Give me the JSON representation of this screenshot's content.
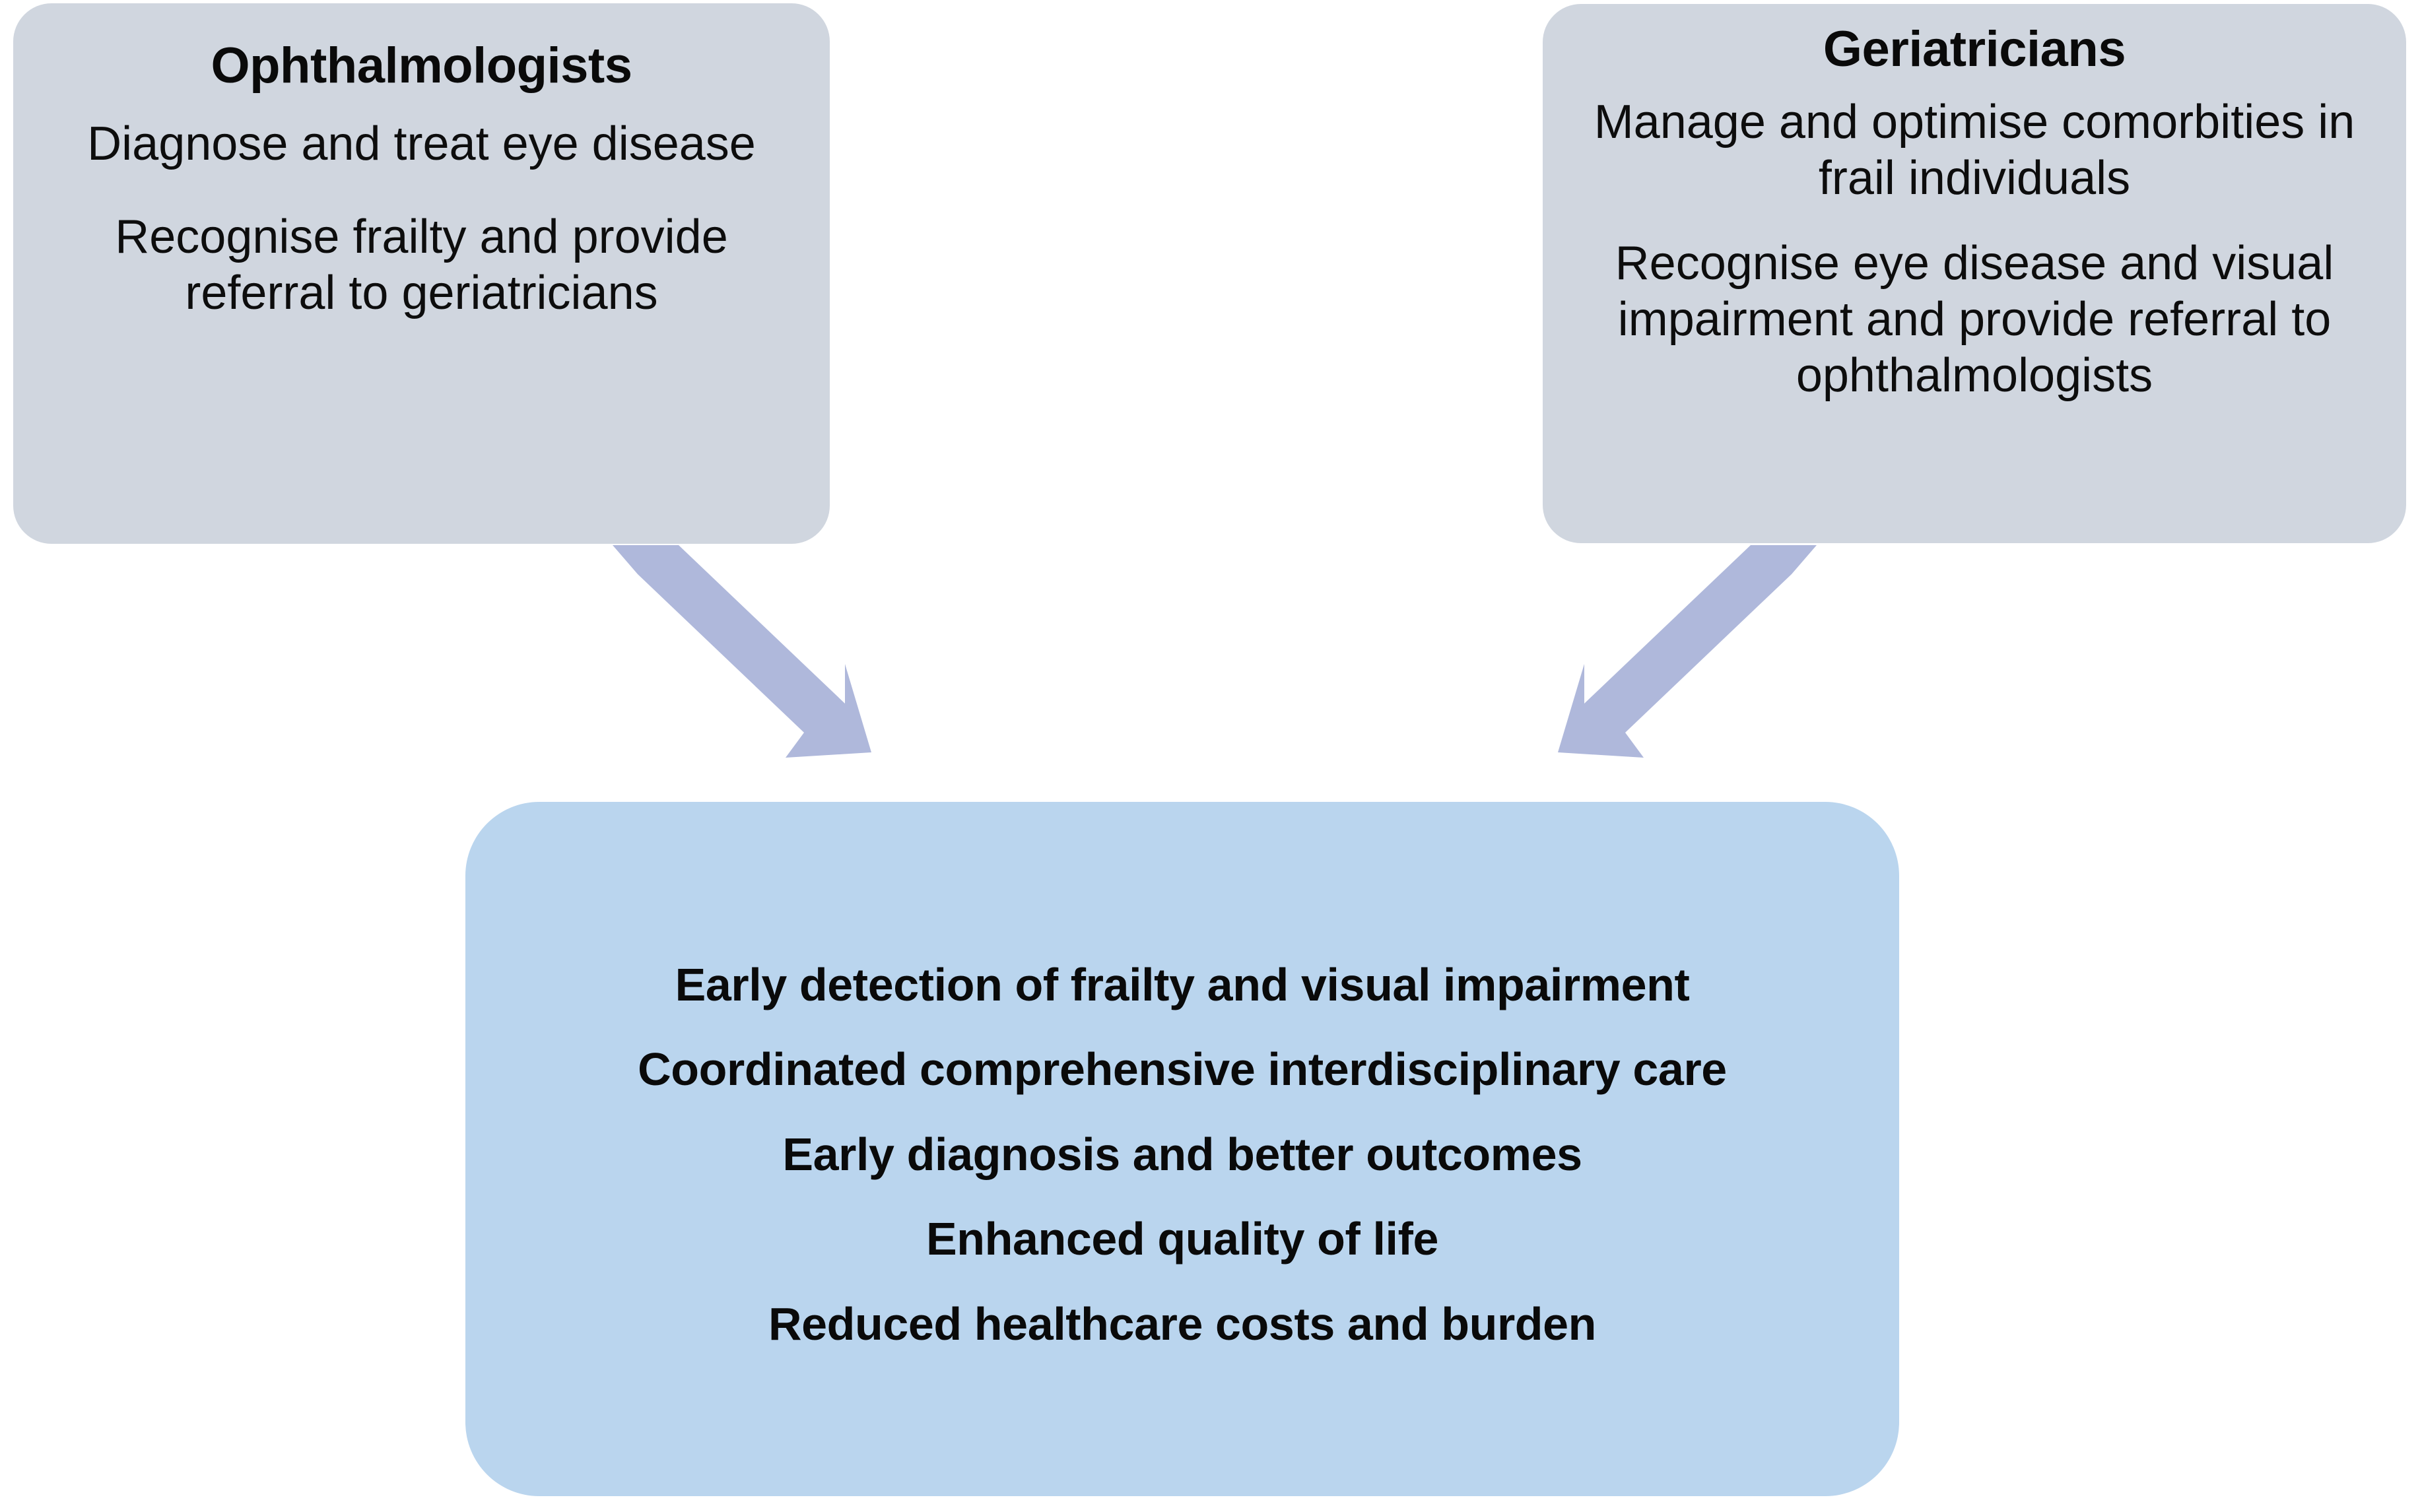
{
  "theme": {
    "page_background": "#ffffff",
    "role_box_fill": "#d0d6df",
    "outcome_box_fill": "#bad5ee",
    "arrow_fill": "#afb8db",
    "text_color": "#0a0a0a"
  },
  "diagram": {
    "type": "flow-diagram",
    "description": "Two specialist role boxes converging via arrows into a shared outcomes box",
    "nodes": [
      {
        "id": "ophthalmologists",
        "title": "Ophthalmologists",
        "lines": [
          "Diagnose and treat eye disease",
          "Recognise frailty and provide referral to geriatricians"
        ]
      },
      {
        "id": "geriatricians",
        "title": "Geriatricians",
        "lines": [
          "Manage and optimise comorbities in frail individuals",
          "Recognise eye disease and visual impairment and provide referral to ophthalmologists"
        ]
      },
      {
        "id": "outcomes",
        "title": "",
        "lines": [
          "Early detection of frailty and visual impairment",
          "Coordinated comprehensive interdisciplinary care",
          "Early diagnosis and better outcomes",
          "Enhanced quality of life",
          "Reduced healthcare costs and burden"
        ]
      }
    ],
    "edges": [
      {
        "id": "edge-ophthalmologists-to-outcomes",
        "from": "ophthalmologists",
        "to": "outcomes",
        "direction": "down-right",
        "style": "block-arrow"
      },
      {
        "id": "edge-geriatricians-to-outcomes",
        "from": "geriatricians",
        "to": "outcomes",
        "direction": "down-left",
        "style": "block-arrow"
      }
    ]
  }
}
